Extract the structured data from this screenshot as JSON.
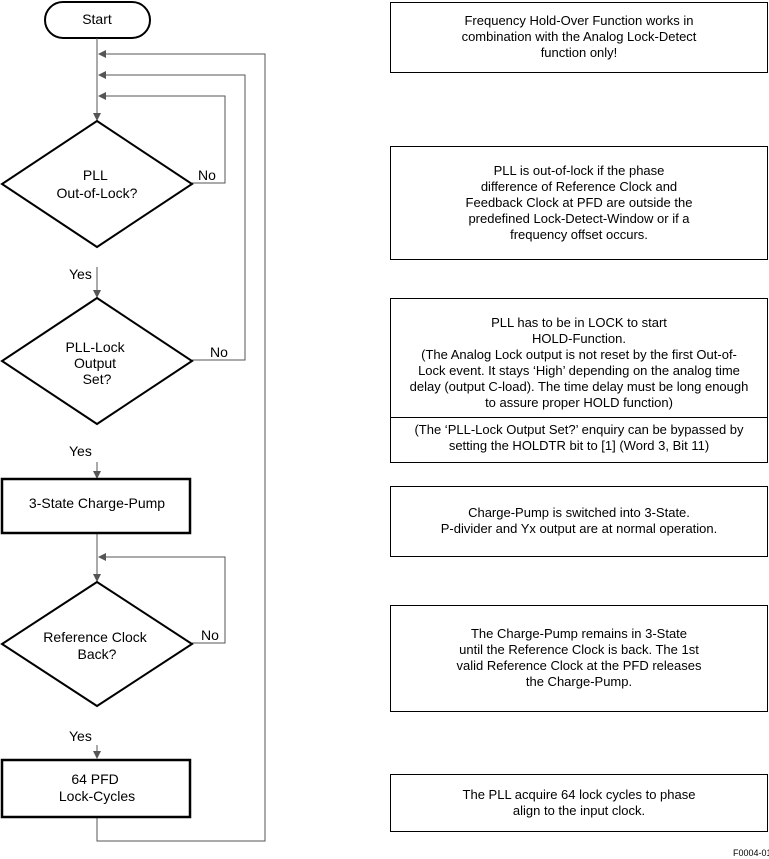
{
  "flowchart": {
    "start": "Start",
    "decision_out_of_lock": [
      "PLL",
      "Out-of-Lock?"
    ],
    "decision_lock_output": [
      "PLL-Lock",
      "Output",
      "Set?"
    ],
    "process_charge_pump": "3-State Charge-Pump",
    "decision_ref_clock": [
      "Reference Clock",
      "Back?"
    ],
    "process_lock_cycles": [
      "64 PFD",
      "Lock-Cycles"
    ],
    "label_no": "No",
    "label_yes": "Yes"
  },
  "notes": {
    "holdover": [
      "Frequency Hold-Over Function works in",
      "combination with the Analog Lock-Detect",
      "function only!"
    ],
    "out_of_lock": [
      "PLL is out-of-lock if the phase",
      "difference of Reference Clock and",
      "Feedback Clock at PFD are outside the",
      "predefined Lock-Detect-Window or if a",
      "frequency offset occurs."
    ],
    "lock_main": [
      "PLL has to be in LOCK to start",
      "HOLD-Function.",
      "(The Analog Lock output is not reset by the first Out-of-",
      "Lock event. It stays ‘High’ depending on the analog time",
      "delay (output C-load). The time delay must be long enough",
      "to assure proper HOLD function)"
    ],
    "lock_bypass": [
      "(The ‘PLL-Lock Output Set?’ enquiry can be bypassed by",
      "setting the HOLDTR bit to [1] (Word 3, Bit 11)"
    ],
    "charge_pump": [
      "Charge-Pump is switched into 3-State.",
      "P-divider and Yx output are at normal operation."
    ],
    "ref_clock": [
      "The Charge-Pump remains in 3-State",
      "until the Reference Clock is back. The 1st",
      "valid Reference Clock at the PFD releases",
      "the Charge-Pump."
    ],
    "lock_cycles": [
      "The PLL acquire 64 lock cycles to phase",
      "align to the input clock."
    ]
  },
  "figure_id": "F0004-01"
}
